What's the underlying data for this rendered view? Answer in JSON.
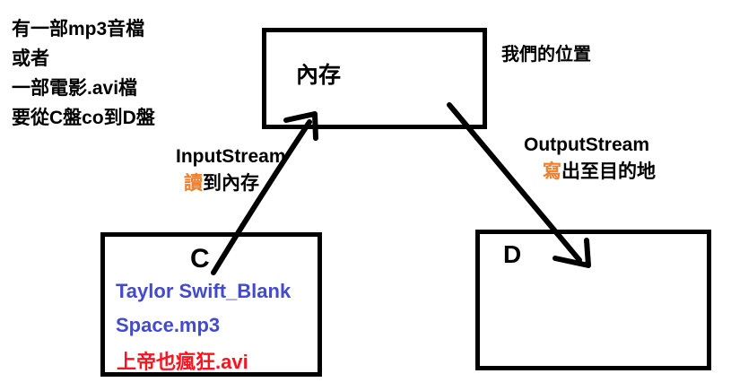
{
  "notes": {
    "lines": [
      "有一部mp3音檔",
      "或者",
      "一部電影.avi檔",
      "要從C盤co到D盤"
    ]
  },
  "memory_box": {
    "label": "內存"
  },
  "position_label": "我們的位置",
  "input_stream": {
    "title": "InputStream",
    "highlight": "讀",
    "rest": "到內存"
  },
  "output_stream": {
    "title": "OutputStream",
    "highlight": "寫",
    "rest": "出至目的地"
  },
  "c_drive": {
    "label": "C",
    "file_blue_line1": "Taylor Swift_Blank",
    "file_blue_line2": "Space.mp3",
    "file_red": "上帝也瘋狂.avi"
  },
  "d_drive": {
    "label": "D"
  },
  "colors": {
    "stroke_black": "#000000",
    "highlight_orange": "#f07e2b",
    "file_blue": "#434acd",
    "file_red": "#fa141f",
    "background": "#ffffff"
  }
}
